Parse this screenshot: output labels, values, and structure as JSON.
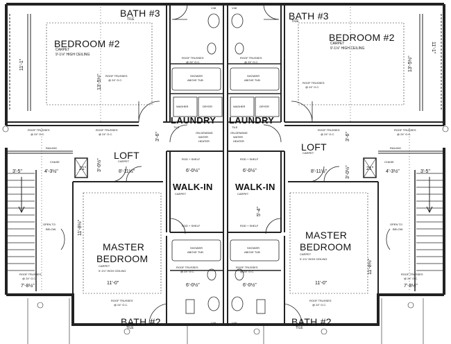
{
  "rooms": {
    "bath3": "BATH #3",
    "bedroom2": "BEDROOM #2",
    "laundry": "LAUNDRY",
    "loft": "LOFT",
    "walkin": "WALK-IN",
    "master_line1": "MASTER",
    "master_line2": "BEDROOM",
    "bath2": "BATH #2"
  },
  "notes": {
    "carpet": "CARPET",
    "ceiling_9": "9'-1⅛\" HIGH CEILING",
    "roof_trusses": "ROOF TRUSSES",
    "oc": "@ 24\" O.C.",
    "tile": "TILE",
    "washer": "WASHER",
    "dryer": "DRYER",
    "shower": "SHOWER",
    "above_tub": "ABOVE TUB",
    "on_demand_1": "ON-DEMAND",
    "on_demand_2": "WATER",
    "on_demand_3": "HEATER",
    "railing": "RAILING",
    "chase": "CHASE",
    "open_to": "OPEN TO",
    "below": "BELOW",
    "rod_shelf": "ROD + SHELF",
    "v48": "V48"
  },
  "dims": {
    "bath_w": "6'-0½\"",
    "loft_w": "8'-11½\"",
    "chase_w": "4'-3½\"",
    "stair_w": "3'-5\"",
    "master_w": "11'-0\"",
    "master_d": "11'-8½\"",
    "stair_len": "7'-8½\"",
    "bath_d": "6'-0½\"",
    "bed2_d": "13'-5½\"",
    "side_d": "11'-1\"",
    "small_21": "21\"",
    "small_36": "3'-6\"",
    "small_3": "3'-0½\"",
    "walkin_d": "5'-4\""
  }
}
